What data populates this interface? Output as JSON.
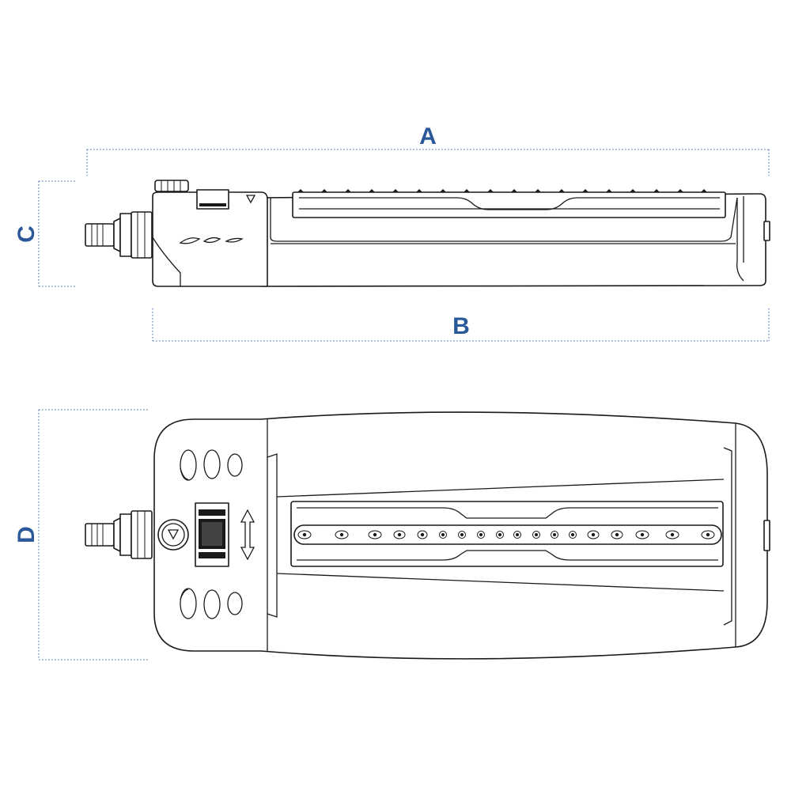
{
  "dimensions": {
    "a": "A",
    "b": "B",
    "c": "C",
    "d": "D"
  },
  "colors": {
    "dimension": "#2a5899",
    "outline": "#1a1a1a",
    "background": "#ffffff"
  }
}
